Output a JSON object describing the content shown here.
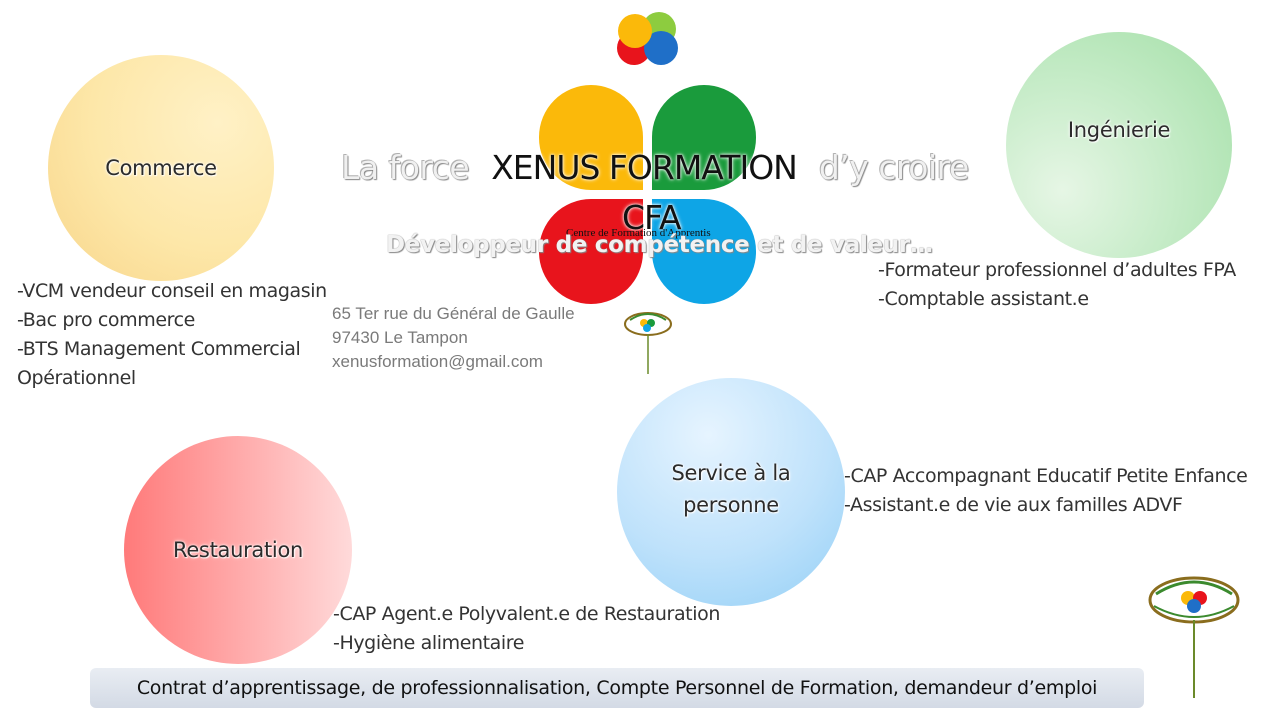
{
  "headline": {
    "before": "La force",
    "brand": "XENUS FORMATION",
    "after": "d’y croire"
  },
  "cfa": {
    "title": "CFA",
    "subtitle": "Centre de Formation d'Apprentis"
  },
  "tagline": "Développeur de compétence et de valeur…",
  "contact": {
    "address_line1": "65 Ter rue du Général de Gaulle",
    "address_line2": "97430 Le Tampon",
    "email": "xenusformation@gmail.com"
  },
  "sectors": {
    "commerce": {
      "label": "Commerce",
      "items": [
        "-VCM vendeur conseil en magasin",
        "-Bac pro commerce",
        "-BTS Management Commercial",
        "Opérationnel"
      ]
    },
    "ingenierie": {
      "label": "Ingénierie",
      "items": [
        "-Formateur professionnel d’adultes FPA",
        "-Comptable assistant.e"
      ]
    },
    "service": {
      "label_line1": "Service à la",
      "label_line2": "personne",
      "items": [
        "-CAP Accompagnant Educatif Petite Enfance",
        "-Assistant.e de vie aux familles ADVF"
      ]
    },
    "restauration": {
      "label": "Restauration",
      "items": [
        "-CAP Agent.e Polyvalent.e de Restauration",
        "-Hygiène alimentaire"
      ]
    }
  },
  "footer": "Contrat d’apprentissage, de professionnalisation, Compte Personnel de Formation, demandeur d’emploi",
  "icons": [
    "xenus-logo-icon",
    "xenus-tree-logo-icon"
  ],
  "colors": {
    "petal_yellow": "#fbb90a",
    "petal_green": "#1a9b3c",
    "petal_red": "#e8141c",
    "petal_blue": "#0ea5e6"
  }
}
